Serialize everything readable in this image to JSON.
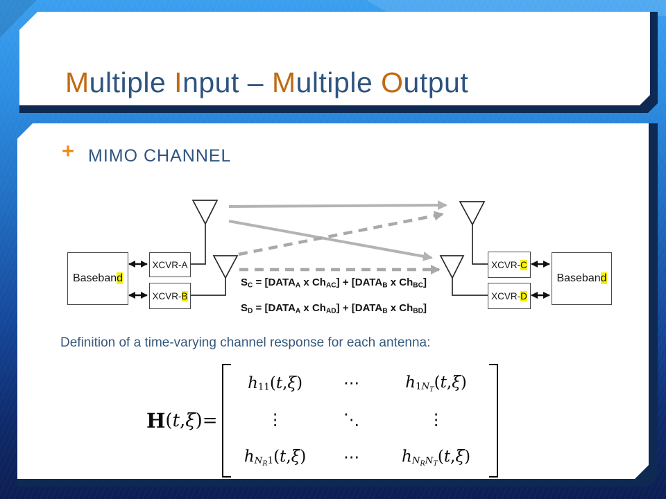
{
  "colors": {
    "accent_orange": "#c06a12",
    "bullet_orange": "#f18a1c",
    "heading_blue": "#2e5480",
    "body_blue": "#35587c",
    "panel_navy": "#0e2a52",
    "highlight_yellow": "#f6f200",
    "arrow_gray": "#b3b3b3",
    "arrow_gray_dashed": "#a9a9a9",
    "bg_top": "#3ba0f0",
    "bg_bottom": "#0d1e52"
  },
  "title": {
    "segments": [
      {
        "t": "M",
        "cls": "accent"
      },
      {
        "t": "ultiple "
      },
      {
        "t": "I",
        "cls": "accent"
      },
      {
        "t": "nput – "
      },
      {
        "t": "M",
        "cls": "accent"
      },
      {
        "t": "ultiple "
      },
      {
        "t": "O",
        "cls": "accent"
      },
      {
        "t": "utput"
      }
    ]
  },
  "content": {
    "bullet_marker": "+",
    "bullet_label": "MIMO CHANNEL",
    "caption": "Definition of a time-varying channel response for each antenna:"
  },
  "diagram": {
    "baseband_left": [
      {
        "t": "Baseban"
      },
      {
        "t": "d",
        "cls": "hl"
      }
    ],
    "xcvr_a": [
      {
        "t": "XCVR-A"
      }
    ],
    "xcvr_b": [
      {
        "t": "XCVR-"
      },
      {
        "t": "B",
        "cls": "hl"
      }
    ],
    "xcvr_c": [
      {
        "t": "XCVR-"
      },
      {
        "t": "C",
        "cls": "hl"
      }
    ],
    "xcvr_d": [
      {
        "t": "XCVR-"
      },
      {
        "t": "D",
        "cls": "hl"
      }
    ],
    "baseband_right": [
      {
        "t": "Baseban"
      },
      {
        "t": "d",
        "cls": "hl"
      }
    ],
    "eq_sc": [
      {
        "t": "S"
      },
      {
        "t": "C",
        "cls": "sub"
      },
      {
        "t": " = [DATA"
      },
      {
        "t": "A",
        "cls": "sub"
      },
      {
        "t": " x Ch"
      },
      {
        "t": "AC",
        "cls": "sub"
      },
      {
        "t": "] + [DATA"
      },
      {
        "t": "B",
        "cls": "sub"
      },
      {
        "t": " x Ch"
      },
      {
        "t": "BC",
        "cls": "sub"
      },
      {
        "t": "]"
      }
    ],
    "eq_sd": [
      {
        "t": "S"
      },
      {
        "t": "D",
        "cls": "sub"
      },
      {
        "t": " = [DATA"
      },
      {
        "t": "A",
        "cls": "sub"
      },
      {
        "t": " x Ch"
      },
      {
        "t": "AD",
        "cls": "sub"
      },
      {
        "t": "] + [DATA"
      },
      {
        "t": "B",
        "cls": "sub"
      },
      {
        "t": " x Ch"
      },
      {
        "t": "BD",
        "cls": "sub"
      },
      {
        "t": "]"
      }
    ]
  },
  "matrix": {
    "lhs": [
      {
        "t": "H",
        "cls": "bd"
      },
      {
        "t": "("
      },
      {
        "t": "t",
        "cls": "it"
      },
      {
        "t": ","
      },
      {
        "t": "ξ",
        "cls": "it"
      },
      {
        "t": ")"
      },
      {
        "t": "="
      }
    ],
    "r1c1": [
      {
        "t": "h",
        "cls": "it"
      },
      {
        "t": "11",
        "cls": "sub"
      },
      {
        "t": "("
      },
      {
        "t": "t",
        "cls": "it"
      },
      {
        "t": ","
      },
      {
        "t": "ξ",
        "cls": "it"
      },
      {
        "t": ")"
      }
    ],
    "r1c2": "⋯",
    "r1c3": [
      {
        "t": "h",
        "cls": "it"
      },
      {
        "t": "1",
        "cls": "sub"
      },
      {
        "t": "N",
        "cls": "sub it"
      },
      {
        "t": "T",
        "cls": "sub2 it"
      },
      {
        "t": "("
      },
      {
        "t": "t",
        "cls": "it"
      },
      {
        "t": ","
      },
      {
        "t": "ξ",
        "cls": "it"
      },
      {
        "t": ")"
      }
    ],
    "r2c1": "⋮",
    "r2c2": "⋱",
    "r2c3": "⋮",
    "r3c1": [
      {
        "t": "h",
        "cls": "it"
      },
      {
        "t": "N",
        "cls": "sub it"
      },
      {
        "t": "R",
        "cls": "sub2 it"
      },
      {
        "t": "1",
        "cls": "sub"
      },
      {
        "t": "("
      },
      {
        "t": "t",
        "cls": "it"
      },
      {
        "t": ","
      },
      {
        "t": "ξ",
        "cls": "it"
      },
      {
        "t": ")"
      }
    ],
    "r3c2": "⋯",
    "r3c3": [
      {
        "t": "h",
        "cls": "it"
      },
      {
        "t": "N",
        "cls": "sub it"
      },
      {
        "t": "R",
        "cls": "sub2 it"
      },
      {
        "t": "N",
        "cls": "sub it"
      },
      {
        "t": "T",
        "cls": "sub2 it"
      },
      {
        "t": "("
      },
      {
        "t": "t",
        "cls": "it"
      },
      {
        "t": ","
      },
      {
        "t": "ξ",
        "cls": "it"
      },
      {
        "t": ")"
      }
    ]
  }
}
